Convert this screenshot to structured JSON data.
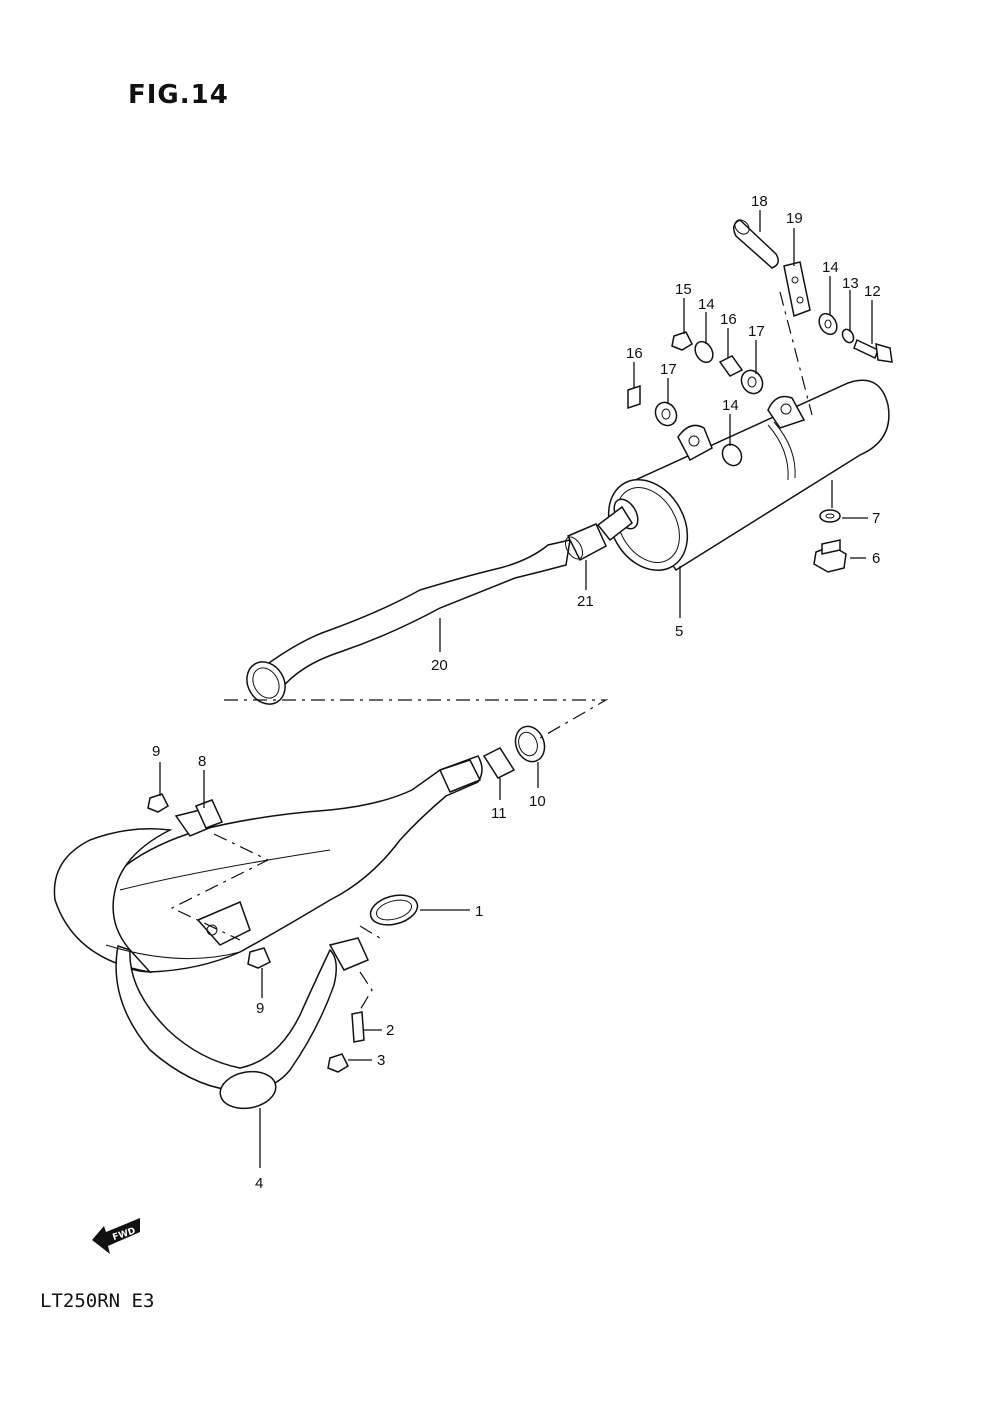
{
  "figure_title": "FIG.14",
  "model_code": "LT250RN E3",
  "fwd_badge": "FWD",
  "callouts": {
    "c1": "1",
    "c2": "2",
    "c3": "3",
    "c4": "4",
    "c5": "5",
    "c6": "6",
    "c7": "7",
    "c8": "8",
    "c9a": "9",
    "c9b": "9",
    "c10": "10",
    "c11": "11",
    "c12": "12",
    "c13": "13",
    "c14a": "14",
    "c14b": "14",
    "c14c": "14",
    "c15": "15",
    "c16a": "16",
    "c16b": "16",
    "c17a": "17",
    "c17b": "17",
    "c18": "18",
    "c19": "19",
    "c20": "20",
    "c21": "21"
  }
}
